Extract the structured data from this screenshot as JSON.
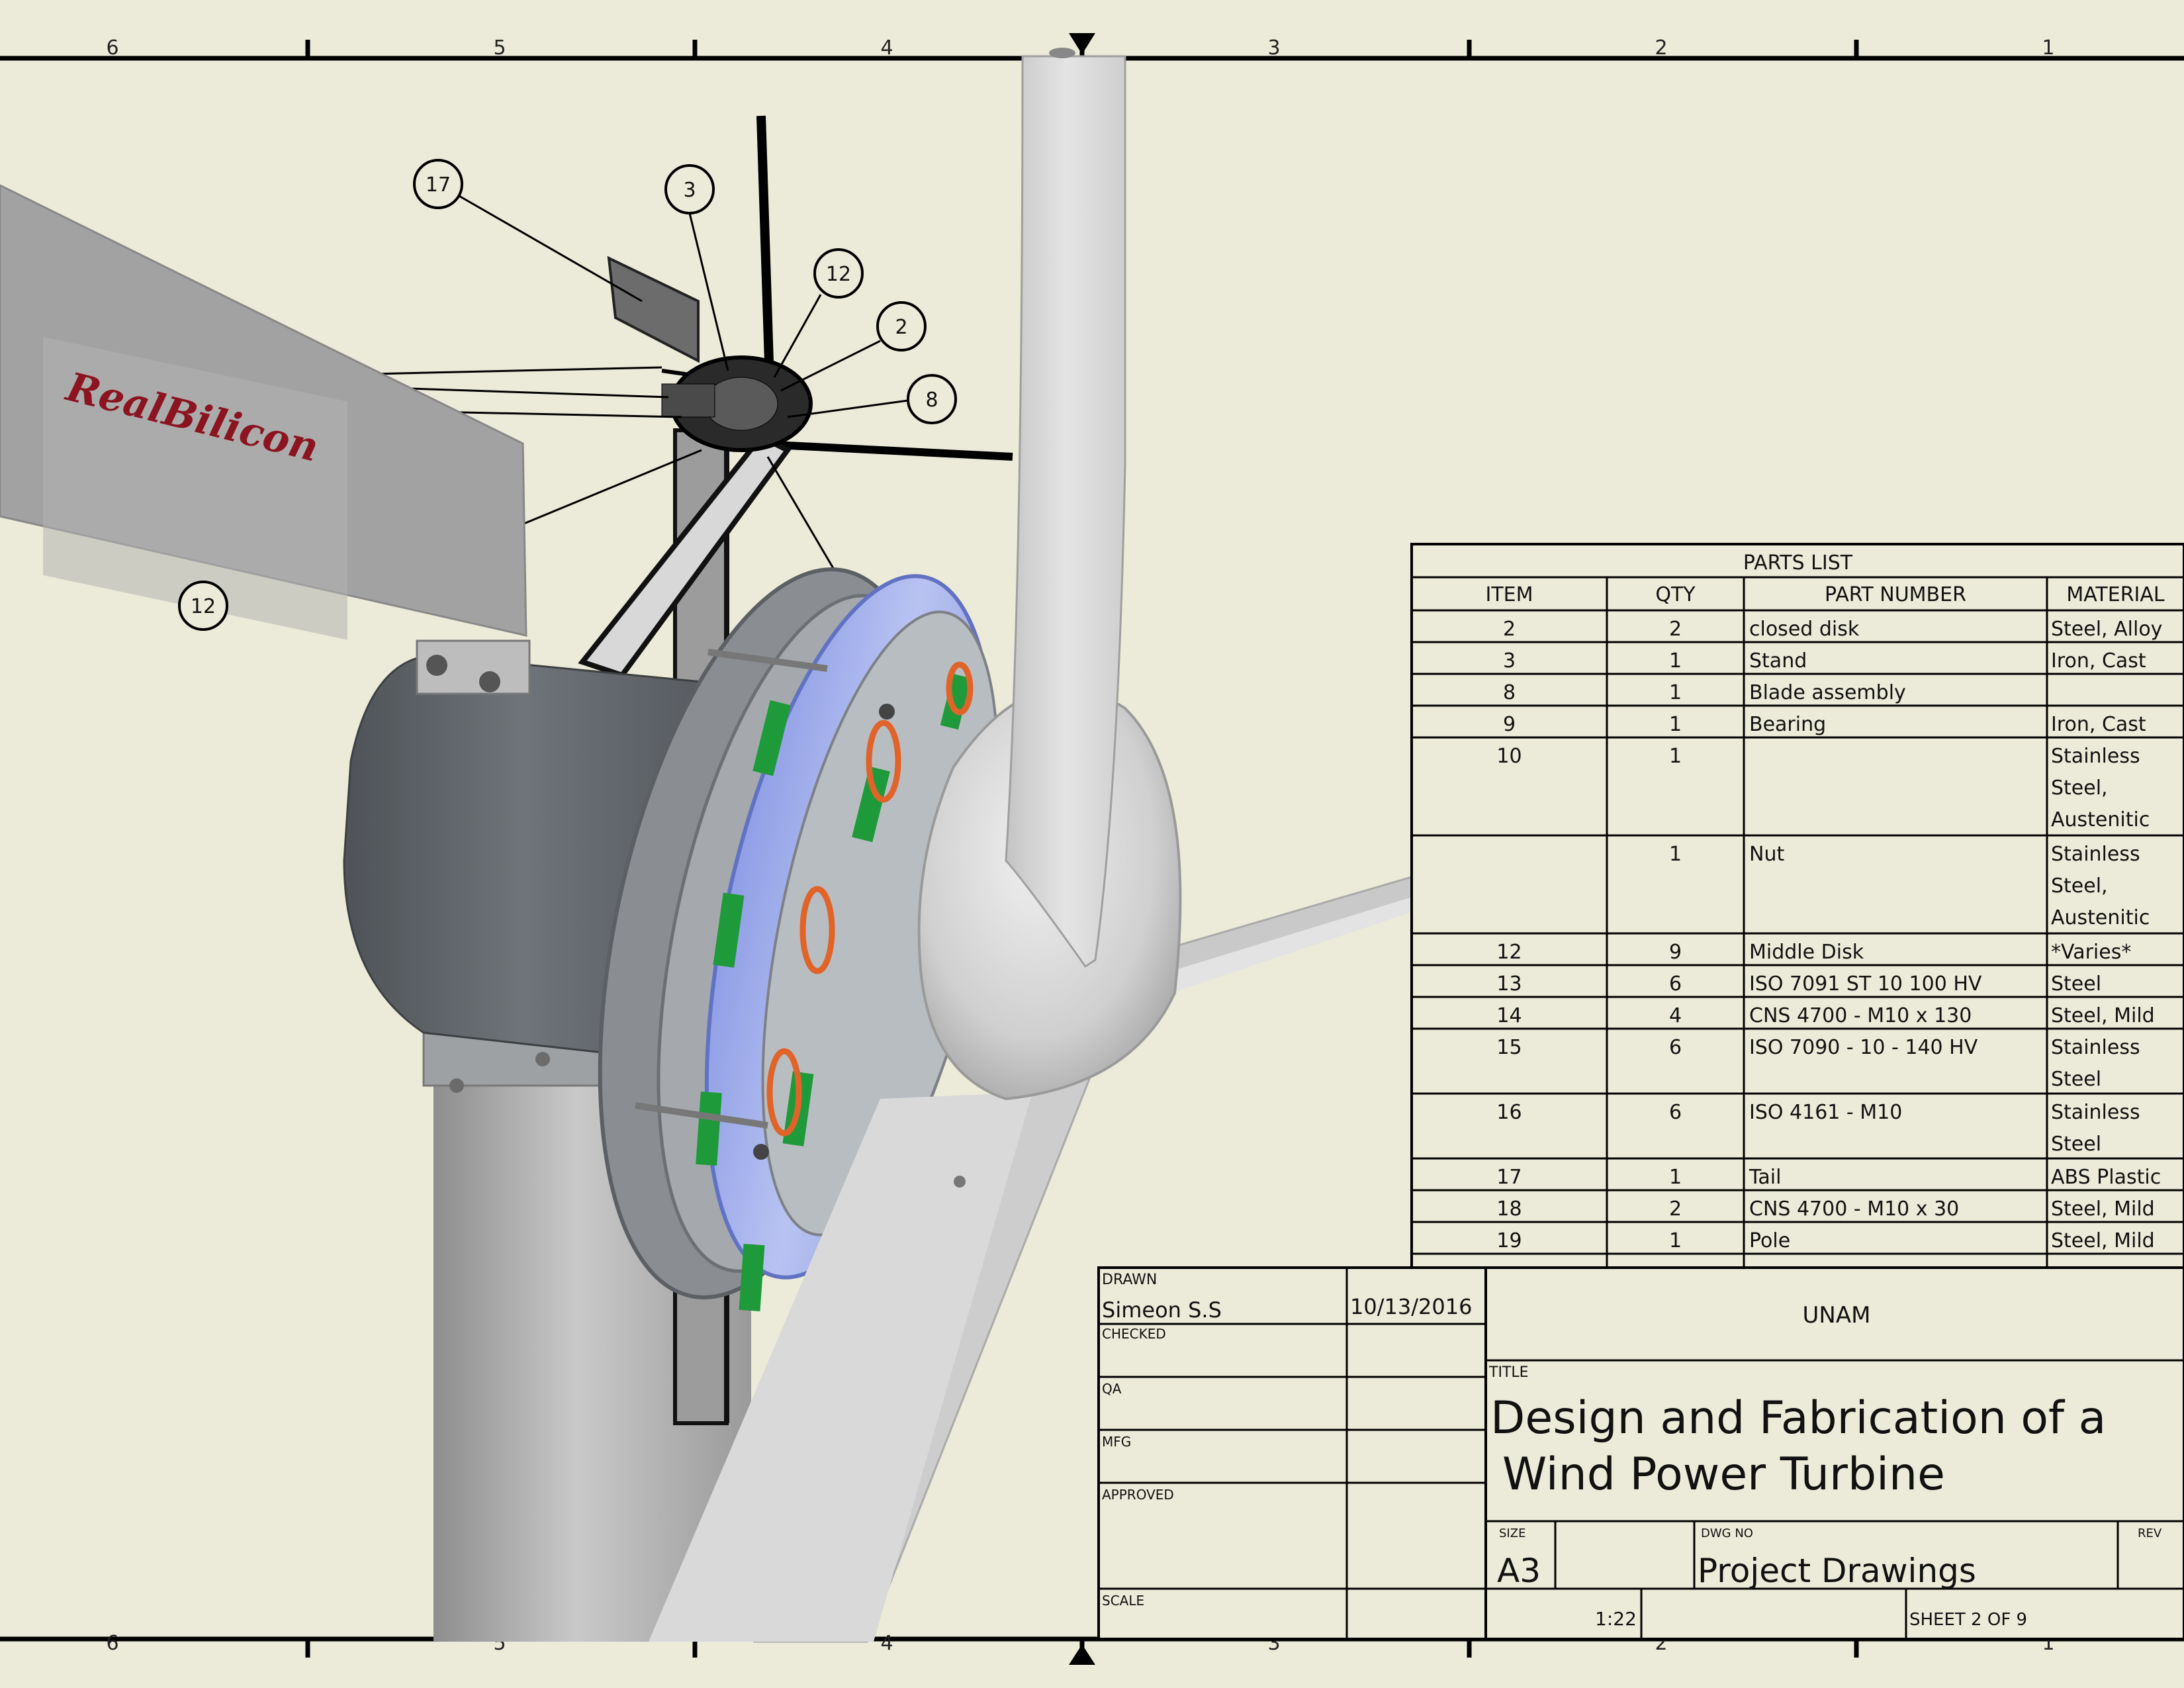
{
  "sheet": {
    "zone_numbers": [
      "6",
      "5",
      "4",
      "3",
      "2",
      "1"
    ]
  },
  "model": {
    "blade_text": "RealBilicon",
    "balloons": [
      "17",
      "3",
      "12",
      "2",
      "8",
      "12"
    ]
  },
  "parts_list": {
    "title": "PARTS LIST",
    "headers": [
      "ITEM",
      "QTY",
      "PART NUMBER",
      "MATERIAL"
    ],
    "rows": [
      {
        "item": "2",
        "qty": "2",
        "part": "closed disk",
        "material": [
          "Steel, Alloy"
        ]
      },
      {
        "item": "3",
        "qty": "1",
        "part": "Stand",
        "material": [
          "Iron, Cast"
        ]
      },
      {
        "item": "8",
        "qty": "1",
        "part": "Blade assembly",
        "material": []
      },
      {
        "item": "9",
        "qty": "1",
        "part": "Bearing",
        "material": [
          "Iron, Cast"
        ]
      },
      {
        "item": "10",
        "qty": "1",
        "part": "",
        "material": [
          "Stainless",
          "Steel,",
          "Austenitic"
        ]
      },
      {
        "item": "",
        "qty": "1",
        "part": "Nut",
        "material": [
          "Stainless",
          "Steel,",
          "Austenitic"
        ]
      },
      {
        "item": "12",
        "qty": "9",
        "part": "Middle Disk",
        "material": [
          "*Varies*"
        ]
      },
      {
        "item": "13",
        "qty": "6",
        "part": "ISO 7091   ST 10   100 HV",
        "material": [
          "Steel"
        ]
      },
      {
        "item": "14",
        "qty": "4",
        "part": "CNS 4700 - M10 x 130",
        "material": [
          "Steel, Mild"
        ]
      },
      {
        "item": "15",
        "qty": "6",
        "part": "ISO 7090 - 10 - 140 HV",
        "material": [
          "Stainless",
          "Steel"
        ]
      },
      {
        "item": "16",
        "qty": "6",
        "part": "ISO 4161 - M10",
        "material": [
          "Stainless",
          "Steel"
        ]
      },
      {
        "item": "17",
        "qty": "1",
        "part": "Tail",
        "material": [
          "ABS Plastic"
        ]
      },
      {
        "item": "18",
        "qty": "2",
        "part": "CNS 4700 - M10 x 30",
        "material": [
          "Steel, Mild"
        ]
      },
      {
        "item": "19",
        "qty": "1",
        "part": "Pole",
        "material": [
          "Steel, Mild"
        ]
      }
    ]
  },
  "title_block": {
    "drawn_label": "DRAWN",
    "drawn_by": "Simeon S.S",
    "date": "10/13/2016",
    "checked_label": "CHECKED",
    "qa_label": "QA",
    "mfg_label": "MFG",
    "approved_label": "APPROVED",
    "company": "UNAM",
    "title_label": "TITLE",
    "title_line1": "Design and Fabrication of a",
    "title_line2": "Wind Power Turbine",
    "size_label": "SIZE",
    "size": "A3",
    "dwg_no_label": "DWG NO",
    "dwg_no": "Project Drawings",
    "rev_label": "REV",
    "scale_label": "SCALE",
    "scale": "1:22",
    "sheet_text": "SHEET 2  OF 9"
  }
}
